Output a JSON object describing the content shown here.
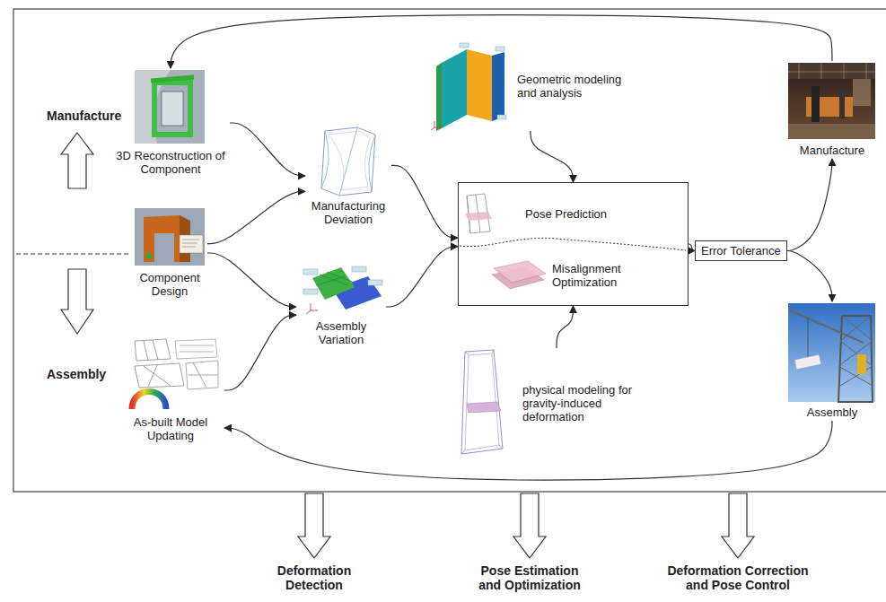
{
  "diagram": {
    "nodes": [
      {
        "text": [
          "3D Reconstruction of Component"
        ]
      },
      {
        "text": [
          "Component Design"
        ]
      },
      {
        "text": [
          "As-built Model Updating"
        ]
      },
      {
        "text": [
          "Manufacturing Deviation"
        ]
      },
      {
        "text": [
          "Assembly Variation"
        ]
      },
      {
        "text": [
          "Geometric modeling and analysis"
        ]
      },
      {
        "text": []
      },
      {
        "text": [
          "Pose Prediction"
        ],
        "in": 6
      },
      {
        "text": [
          "Misalignment Optimization"
        ],
        "in": 6
      },
      {
        "text": [
          "physical modeling for gravity-induced deformation"
        ]
      },
      {
        "text": [
          "Error Tolerance"
        ]
      },
      {
        "text": [
          "Manufacture"
        ]
      },
      {
        "text": [
          "Assembly"
        ]
      }
    ],
    "edges": [
      {
        "from": 0,
        "to": 3,
        "arrow": "to"
      },
      {
        "from": 1,
        "to": 3,
        "arrow": "to"
      },
      {
        "from": 1,
        "to": 4,
        "arrow": "to"
      },
      {
        "from": 2,
        "to": 4,
        "arrow": "to"
      },
      {
        "from": 3,
        "to": 6,
        "arrow": "to"
      },
      {
        "from": 4,
        "to": 6,
        "arrow": "to"
      },
      {
        "from": 5,
        "to": 6,
        "arrow": "to"
      },
      {
        "from": 9,
        "to": 6,
        "arrow": "to"
      },
      {
        "from": 6,
        "to": 10,
        "arrow": "to"
      },
      {
        "from": 10,
        "to": 11,
        "arrow": "to"
      },
      {
        "from": 10,
        "to": 12,
        "arrow": "to"
      },
      {
        "from": 11,
        "to": 0,
        "arrow": "to"
      },
      {
        "from": 12,
        "to": 2,
        "arrow": "to"
      }
    ],
    "labels": [
      "Manufacture",
      "Assembly",
      "Deformation Detection",
      "Pose Estimation and Optimization",
      "Deformation Correction and Pose Control"
    ]
  }
}
